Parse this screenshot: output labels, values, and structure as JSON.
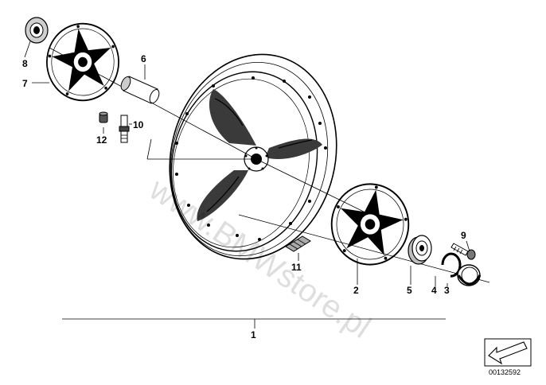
{
  "diagram": {
    "labels": {
      "p1": "1",
      "p2": "2",
      "p3": "3",
      "p4": "4",
      "p5": "5",
      "p6": "6",
      "p7": "7",
      "p8": "8",
      "p9": "9",
      "p10": "10",
      "p11": "11",
      "p12": "12"
    },
    "watermark": "www.BMWstore.pl",
    "drawing_code": "00132592"
  },
  "icons": {
    "direction": "arrow-icon"
  }
}
